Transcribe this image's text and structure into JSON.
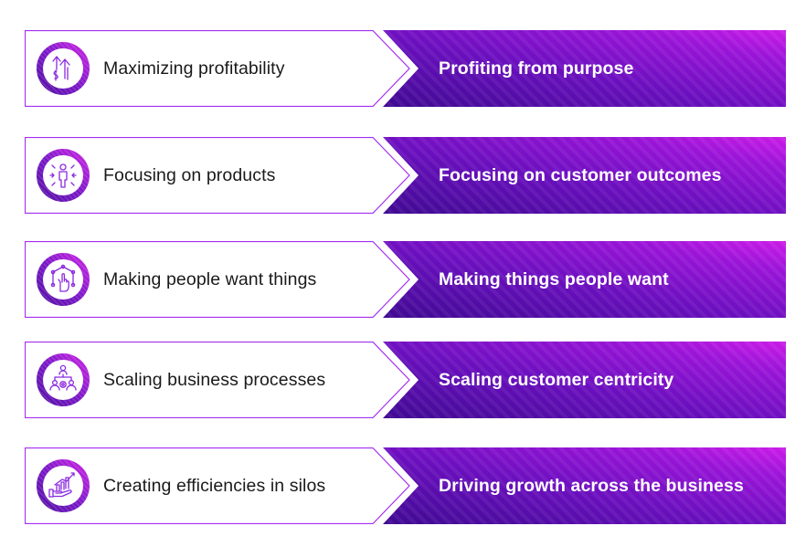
{
  "colors": {
    "border": "#a52ff0",
    "band_dark": "#4a0c9c",
    "band_mid": "#7a10c8",
    "band_light": "#c41ae6",
    "ring_dark": "#5a10a8",
    "ring_light": "#c422e4",
    "icon_stroke": "#8a2ae0",
    "from_text": "#1a1a1a",
    "to_text": "#ffffff"
  },
  "rows": [
    {
      "icon": "dollar-growth-arrows-icon",
      "from": "Maximizing profitability",
      "to": "Profiting from purpose"
    },
    {
      "icon": "person-focus-arrows-icon",
      "from": "Focusing on products",
      "to": "Focusing on customer outcomes"
    },
    {
      "icon": "hand-network-icon",
      "from": "Making people want things",
      "to": "Making things people want"
    },
    {
      "icon": "team-gear-hierarchy-icon",
      "from": "Scaling business processes",
      "to": "Scaling customer centricity"
    },
    {
      "icon": "hand-growth-chart-icon",
      "from": "Creating efficiencies in silos",
      "to": "Driving growth across the business"
    }
  ]
}
